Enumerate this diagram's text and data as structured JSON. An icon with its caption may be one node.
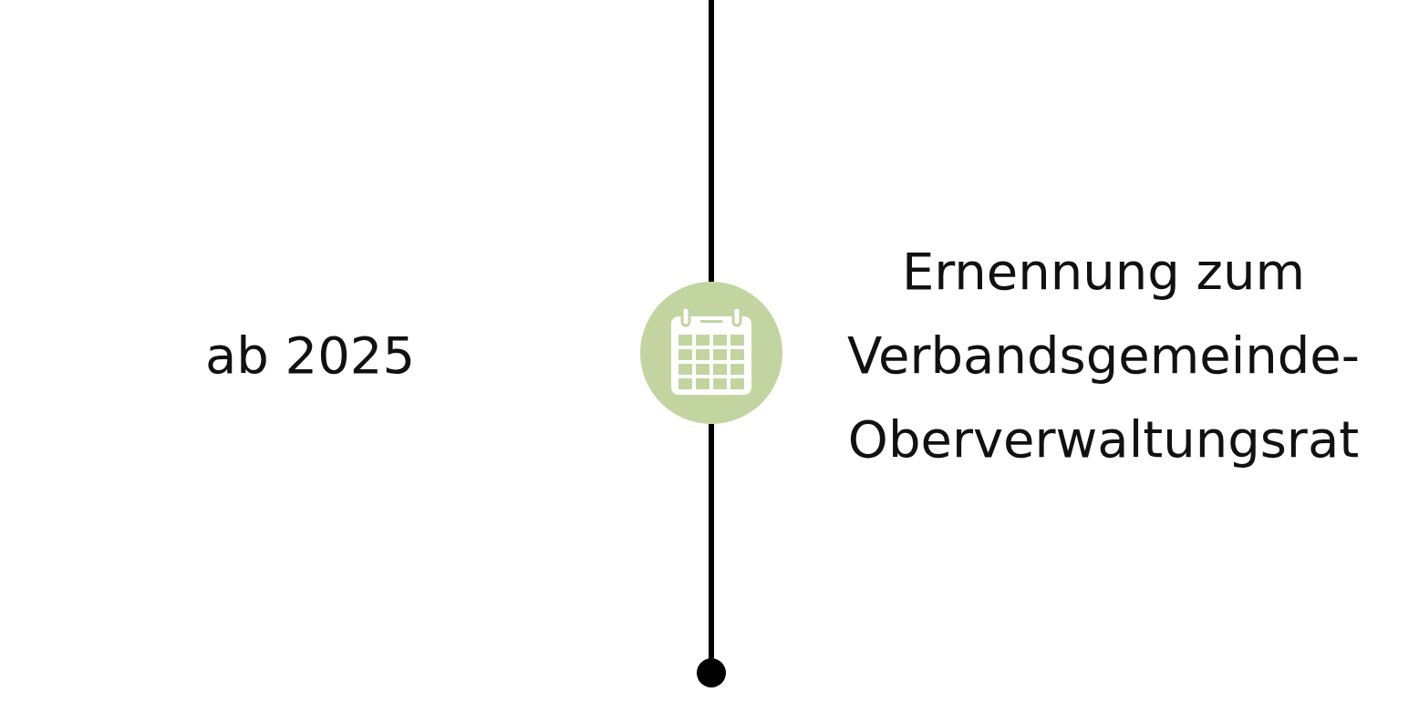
{
  "diagram": {
    "nodes": [
      {
        "text": [],
        "shape": "circle",
        "beside": [
          "Ernennung zum Verbandsgemeinde-Oberverwaltungsrat"
        ]
      },
      {
        "text": [],
        "shape": "circle"
      }
    ],
    "edges": [
      {
        "from": null,
        "to": 0,
        "arrow": "none"
      },
      {
        "from": 0,
        "to": 1,
        "arrow": "none"
      }
    ],
    "labels": [
      "ab 2025"
    ]
  }
}
